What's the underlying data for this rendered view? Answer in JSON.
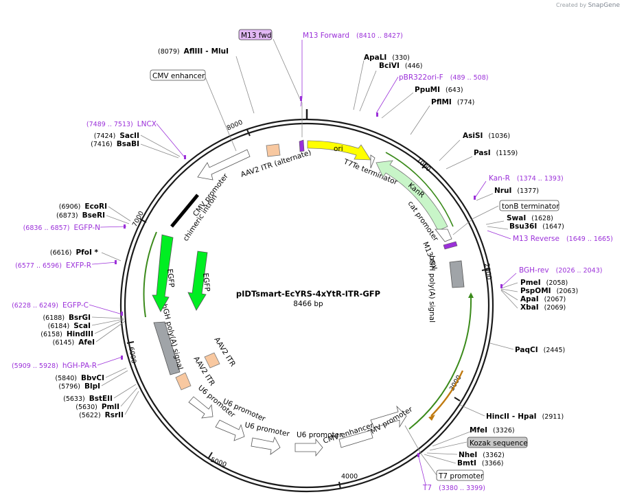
{
  "watermark": {
    "prefix": "Created by",
    "brand": "SnapGene"
  },
  "plasmid": {
    "name": "pIDTsmart-EcYRS-4xYtR-ITR-GFP",
    "length": "8466 bp"
  },
  "ticks": [
    "1000",
    "2000",
    "3000",
    "4000",
    "5000",
    "6000",
    "7000",
    "8000"
  ],
  "enzymes": [
    {
      "name": "AflIII",
      "name2": "MluI",
      "pos": "(8079)"
    },
    {
      "name": "ApaLI",
      "pos": "(330)"
    },
    {
      "name": "BciVI",
      "pos": "(446)"
    },
    {
      "name": "PpuMI",
      "pos": "(643)"
    },
    {
      "name": "PflMI",
      "pos": "(774)"
    },
    {
      "name": "AsiSI",
      "pos": "(1036)"
    },
    {
      "name": "PasI",
      "pos": "(1159)"
    },
    {
      "name": "NruI",
      "pos": "(1377)"
    },
    {
      "name": "SwaI",
      "pos": "(1628)"
    },
    {
      "name": "Bsu36I",
      "pos": "(1647)"
    },
    {
      "name": "PmeI",
      "pos": "(2058)"
    },
    {
      "name": "PspOMI",
      "pos": "(2063)"
    },
    {
      "name": "ApaI",
      "pos": "(2067)"
    },
    {
      "name": "XbaI",
      "pos": "(2069)"
    },
    {
      "name": "PaqCI",
      "pos": "(2445)"
    },
    {
      "name": "HincII",
      "name2": "HpaI",
      "pos": "(2911)"
    },
    {
      "name": "MfeI",
      "pos": "(3326)"
    },
    {
      "name": "NheI",
      "pos": "(3362)"
    },
    {
      "name": "BmtI",
      "pos": "(3366)"
    },
    {
      "name": "SacII",
      "pos": "(7424)"
    },
    {
      "name": "BsaBI",
      "pos": "(7416)"
    },
    {
      "name": "EcoRI",
      "pos": "(6906)"
    },
    {
      "name": "BseRI",
      "pos": "(6873)"
    },
    {
      "name": "PfoI *",
      "pos": "(6616)"
    },
    {
      "name": "BsrGI",
      "pos": "(6188)"
    },
    {
      "name": "ScaI",
      "pos": "(6184)"
    },
    {
      "name": "HindIII",
      "pos": "(6158)"
    },
    {
      "name": "AfeI",
      "pos": "(6145)"
    },
    {
      "name": "BbvCI",
      "pos": "(5840)"
    },
    {
      "name": "BlpI",
      "pos": "(5796)"
    },
    {
      "name": "BstEII",
      "pos": "(5633)"
    },
    {
      "name": "PmlI",
      "pos": "(5630)"
    },
    {
      "name": "RsrII",
      "pos": "(5622)"
    }
  ],
  "primers": [
    {
      "name": "M13 Forward",
      "pos": "(8410 .. 8427)"
    },
    {
      "name": "pBR322ori-F",
      "pos": "(489 .. 508)"
    },
    {
      "name": "Kan-R",
      "pos": "(1374 .. 1393)"
    },
    {
      "name": "M13 Reverse",
      "pos": "(1649 .. 1665)"
    },
    {
      "name": "BGH-rev",
      "pos": "(2026 .. 2043)"
    },
    {
      "name": "T7",
      "pos": "(3380 .. 3399)"
    },
    {
      "name": "LNCX",
      "pos": "(7489 .. 7513)"
    },
    {
      "name": "EGFP-N",
      "pos": "(6836 .. 6857)"
    },
    {
      "name": "EXFP-R",
      "pos": "(6577 .. 6596)"
    },
    {
      "name": "EGFP-C",
      "pos": "(6228 .. 6249)"
    },
    {
      "name": "hGH-PA-R",
      "pos": "(5909 .. 5928)"
    }
  ],
  "boxed_labels": {
    "m13_fwd": "M13 fwd",
    "cmv_enhancer": "CMV enhancer",
    "tonb_terminator": "tonB terminator",
    "kozak": "Kozak sequence",
    "t7_promoter": "T7 promoter"
  },
  "features": {
    "ori": "ori",
    "t7te": "T7Te terminator",
    "kanr": "KanR",
    "cat_promoter": "cat promoter",
    "m13_rev": "M13 rev",
    "bgh_signal": "bGH poly(A) signal",
    "aav2_itr_alt": "AAV2 ITR (alternate)",
    "cmv_promoter": "CMV promoter",
    "chimeric_intron": "chimeric intron",
    "egfp_1": "EGFP",
    "egfp_2": "EGFP",
    "hgh_signal": "hGH poly(A) signal",
    "aav2_itr_1": "AAV2 ITR",
    "aav2_itr_2": "AAV2 ITR",
    "u6_1": "U6 promoter",
    "u6_2": "U6 promoter",
    "u6_3": "U6 promoter",
    "u6_4": "U6 promoter",
    "cmv_enhancer_in": "CMV enhancer",
    "cmv_promoter_in": "CMV promoter"
  },
  "colors": {
    "backbone": "#1a1a1a",
    "primer": "#9b30d9",
    "ori": "#ffff00",
    "kanr": "#c8f5c8",
    "egfp": "#00ee22",
    "polya": "#a0a4a8",
    "itr": "#f8c8a0",
    "m13_box": "#e2b8f4",
    "kozak_box": "#c8c8c8",
    "arc_green": "#3a8a1a",
    "arc_orange": "#c07a10"
  }
}
